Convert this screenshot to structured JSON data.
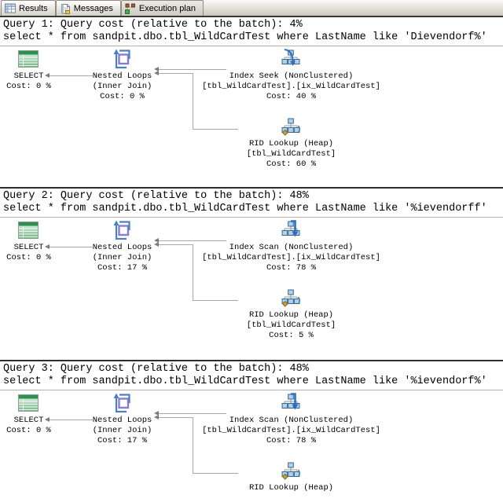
{
  "tabs": [
    {
      "label": "Results",
      "icon": "results-grid-icon"
    },
    {
      "label": "Messages",
      "icon": "messages-icon"
    },
    {
      "label": "Execution plan",
      "icon": "execution-plan-icon"
    }
  ],
  "colors": {
    "select_icon_green": "#2e9152",
    "operator_cube_blue": "#3a6ea5",
    "nested_loops_purple": "#8a7ad0",
    "connector_gray": "#a8a8a8"
  },
  "queries": [
    {
      "header": "Query 1: Query cost (relative to the batch): 4%",
      "statement": "select * from sandpit.dbo.tbl_WildCardTest where LastName like 'Dievendorf%'",
      "select_node": {
        "line1": "SELECT",
        "line2": "Cost: 0 %"
      },
      "join_node": {
        "line1": "Nested Loops",
        "line2": "(Inner Join)",
        "line3": "Cost: 0 %"
      },
      "outer_input": {
        "line1": "Index Seek (NonClustered)",
        "line2": "[tbl_WildCardTest].[ix_WildCardTest]",
        "line3": "Cost: 40 %"
      },
      "inner_input": {
        "line1": "RID Lookup (Heap)",
        "line2": "[tbl_WildCardTest]",
        "line3": "Cost: 60 %"
      }
    },
    {
      "header": "Query 2: Query cost (relative to the batch): 48%",
      "statement": "select * from sandpit.dbo.tbl_WildCardTest where LastName like '%ievendorff'",
      "select_node": {
        "line1": "SELECT",
        "line2": "Cost: 0 %"
      },
      "join_node": {
        "line1": "Nested Loops",
        "line2": "(Inner Join)",
        "line3": "Cost: 17 %"
      },
      "outer_input": {
        "line1": "Index Scan (NonClustered)",
        "line2": "[tbl_WildCardTest].[ix_WildCardTest]",
        "line3": "Cost: 78 %"
      },
      "inner_input": {
        "line1": "RID Lookup (Heap)",
        "line2": "[tbl_WildCardTest]",
        "line3": "Cost: 5 %"
      }
    },
    {
      "header": "Query 3: Query cost (relative to the batch): 48%",
      "statement": "select * from sandpit.dbo.tbl_WildCardTest where LastName like '%ievendorf%'",
      "select_node": {
        "line1": "SELECT",
        "line2": "Cost: 0 %"
      },
      "join_node": {
        "line1": "Nested Loops",
        "line2": "(Inner Join)",
        "line3": "Cost: 17 %"
      },
      "outer_input": {
        "line1": "Index Scan (NonClustered)",
        "line2": "[tbl_WildCardTest].[ix_WildCardTest]",
        "line3": "Cost: 78 %"
      },
      "inner_input": {
        "line1": "RID Lookup (Heap)",
        "line2": "",
        "line3": ""
      }
    }
  ]
}
